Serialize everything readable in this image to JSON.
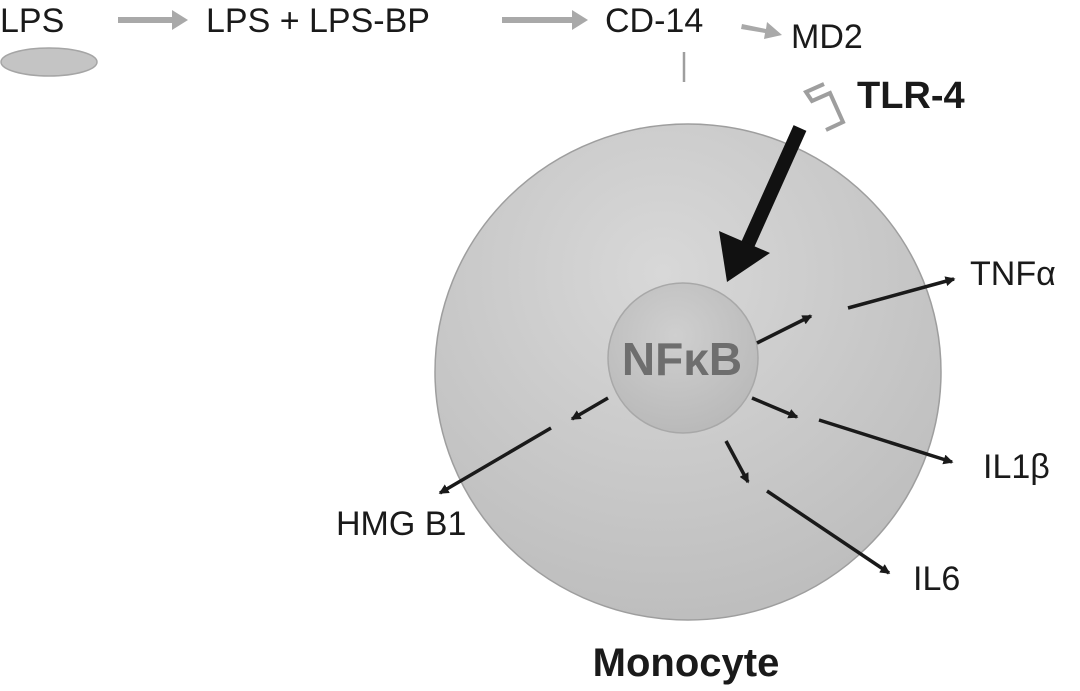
{
  "pathway": {
    "lps": "LPS",
    "lps_bp": "LPS + LPS-BP",
    "cd14": "CD-14",
    "md2": "MD2",
    "tlr4": "TLR-4"
  },
  "cell": {
    "nucleus_label": "NFκB",
    "cell_label": "Monocyte"
  },
  "outputs": {
    "tnf": "TNFα",
    "il1": "IL1β",
    "il6": "IL6",
    "hmgb1": "HMG B1"
  },
  "colors": {
    "cell_fill": "#c4c4c4",
    "nucleus_fill": "#bdbdbd",
    "nucleus_text": "#6e6e6e",
    "pathway_arrow": "#a9a9a9",
    "arrow": "#1a1a1a"
  }
}
